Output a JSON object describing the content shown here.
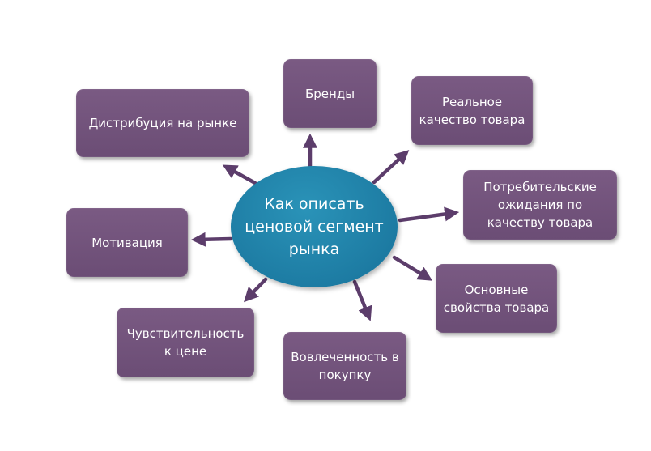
{
  "center": {
    "label": "Как описать\nценовой сегмент\nрынка"
  },
  "nodes": {
    "brands": "Бренды",
    "real_quality": "Реальное\nкачество товара",
    "distribution": "Дистрибуция на рынке",
    "expectations": "Потребительские\nожидания по\nкачеству товара",
    "motivation": "Мотивация",
    "main_properties": "Основные\nсвойства товара",
    "price_sensitivity": "Чувствительность\nк цене",
    "involvement": "Вовлеченность в\nпокупку"
  },
  "colors": {
    "node_fill": "#6f5179",
    "center_fill": "#1f7fa6",
    "arrow": "#5c3d6b",
    "text": "#ffffff"
  }
}
